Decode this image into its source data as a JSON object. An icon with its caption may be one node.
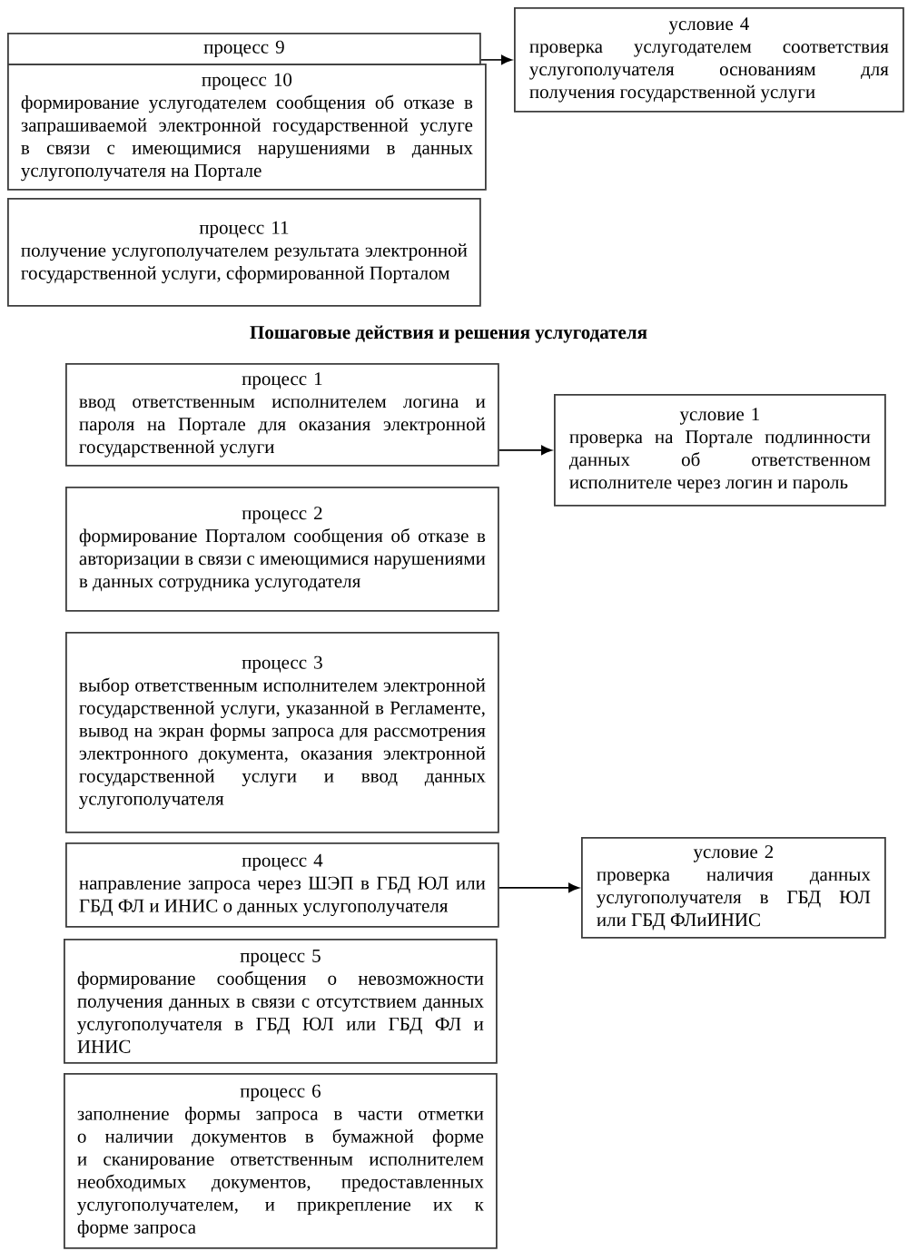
{
  "diagram": {
    "nodes": [
      {
        "text": [
          "процесс 9"
        ]
      },
      {
        "text": [
          "условие 4",
          "проверка услугодателем соответствия услугополучателя основаниям для получения государственной услуги"
        ]
      },
      {
        "text": [
          "процесс 10",
          "формирование услугодателем сообщения об отказе в запрашиваемой электронной государственной услуге в связи с имеющимися нарушениями в данных услугополучателя на Портале"
        ]
      },
      {
        "text": [
          "процесс 11",
          "получение услугополучателем результата электронной государственной услуги, сформированной Порталом"
        ]
      },
      {
        "text": [
          "процесс 1",
          "ввод ответственным исполнителем логина и пароля на Портале для оказания электронной государственной услуги"
        ]
      },
      {
        "text": [
          "условие 1",
          "проверка на Портале подлинности данных об ответственном исполнителе через логин и пароль"
        ]
      },
      {
        "text": [
          "процесс 2",
          "формирование Порталом сообщения об отказе в авторизации в связи с имеющимися нарушениями в данных сотрудника услугодателя"
        ]
      },
      {
        "text": [
          "процесс 3",
          "выбор ответственным исполнителем электронной государственной услуги, указанной в Регламенте, вывод на экран формы запроса для рассмотрения электронного документа, оказания электронной государственной услуги и ввод данных услугополучателя"
        ]
      },
      {
        "text": [
          "процесс 4",
          "направление запроса через ШЭП в ГБД ЮЛ или ГБД ФЛ и ИНИС о данных услугополучателя"
        ]
      },
      {
        "text": [
          "условие 2",
          "проверка наличия данных услугополучателя в ГБД ЮЛ или ГБД ФЛиИНИС"
        ]
      },
      {
        "text": [
          "процесс 5",
          "формирование сообщения о невозможности получения данных в связи с отсутствием данных услугополучателя в ГБД ЮЛ или ГБД ФЛ и ИНИС"
        ]
      },
      {
        "text": [
          "процесс 6",
          "заполнение формы запроса в части отметки о наличии документов в бумажной форме и сканирование ответственным исполнителем необходимых документов, предоставленных услугополучателем, и прикрепление их к форме запроса"
        ]
      }
    ],
    "edges": [
      {
        "from": 0,
        "to": 1,
        "arrow": "to"
      },
      {
        "from": 4,
        "to": 5,
        "arrow": "to"
      },
      {
        "from": 8,
        "to": 9,
        "arrow": "to"
      }
    ],
    "labels": [
      "Пошаговые действия и решения услугодателя"
    ]
  }
}
